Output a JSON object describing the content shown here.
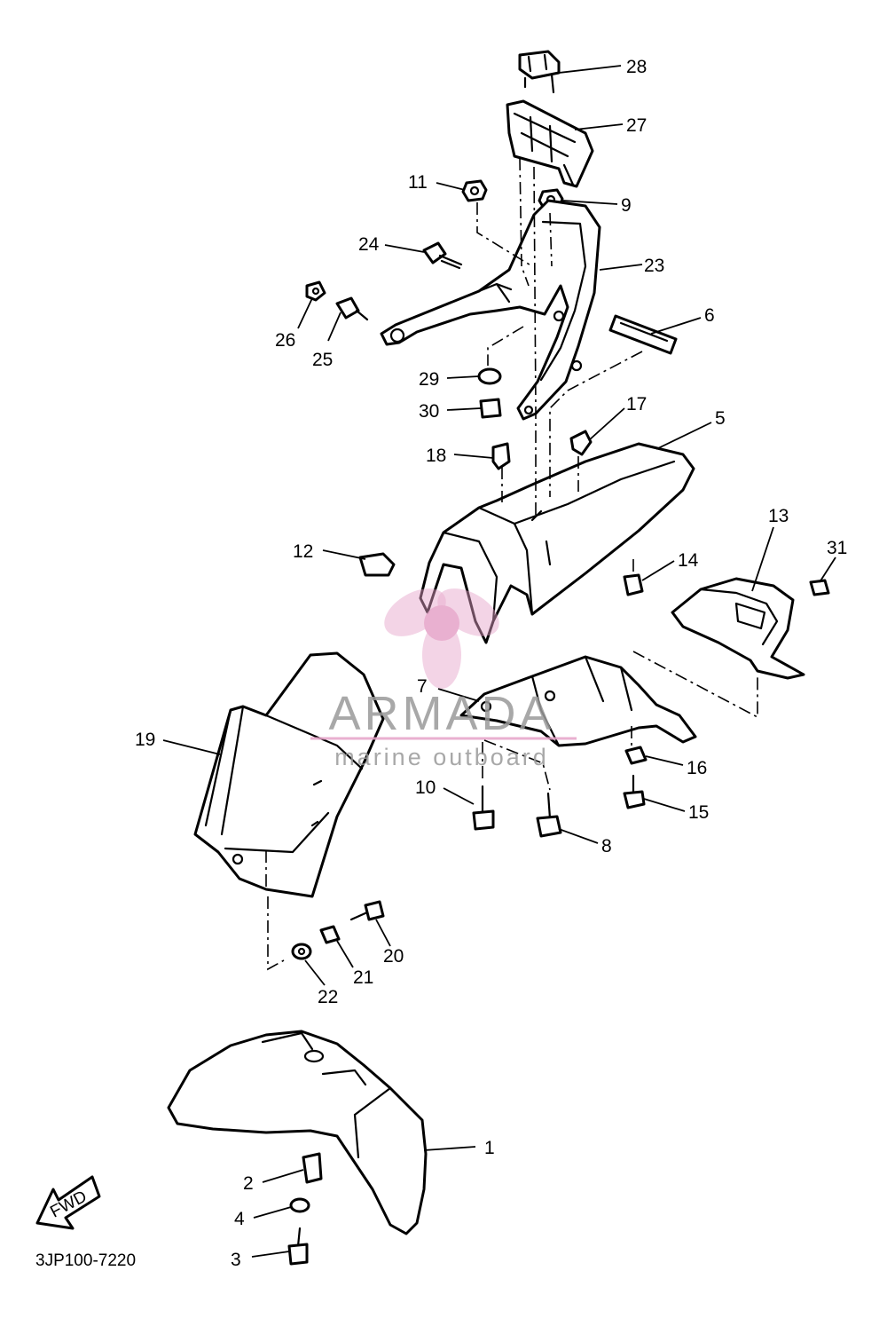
{
  "diagram_code": "3JP100-7220",
  "fwd_label": "FWD",
  "watermark": {
    "brand": "ARMADA",
    "tagline": "marine outboard",
    "accent_color": "#e6a3c8"
  },
  "part_labels": [
    "1",
    "2",
    "3",
    "4",
    "5",
    "6",
    "7",
    "8",
    "9",
    "10",
    "11",
    "12",
    "13",
    "14",
    "15",
    "16",
    "17",
    "18",
    "19",
    "20",
    "21",
    "22",
    "23",
    "24",
    "25",
    "26",
    "27",
    "28",
    "29",
    "30",
    "31"
  ]
}
